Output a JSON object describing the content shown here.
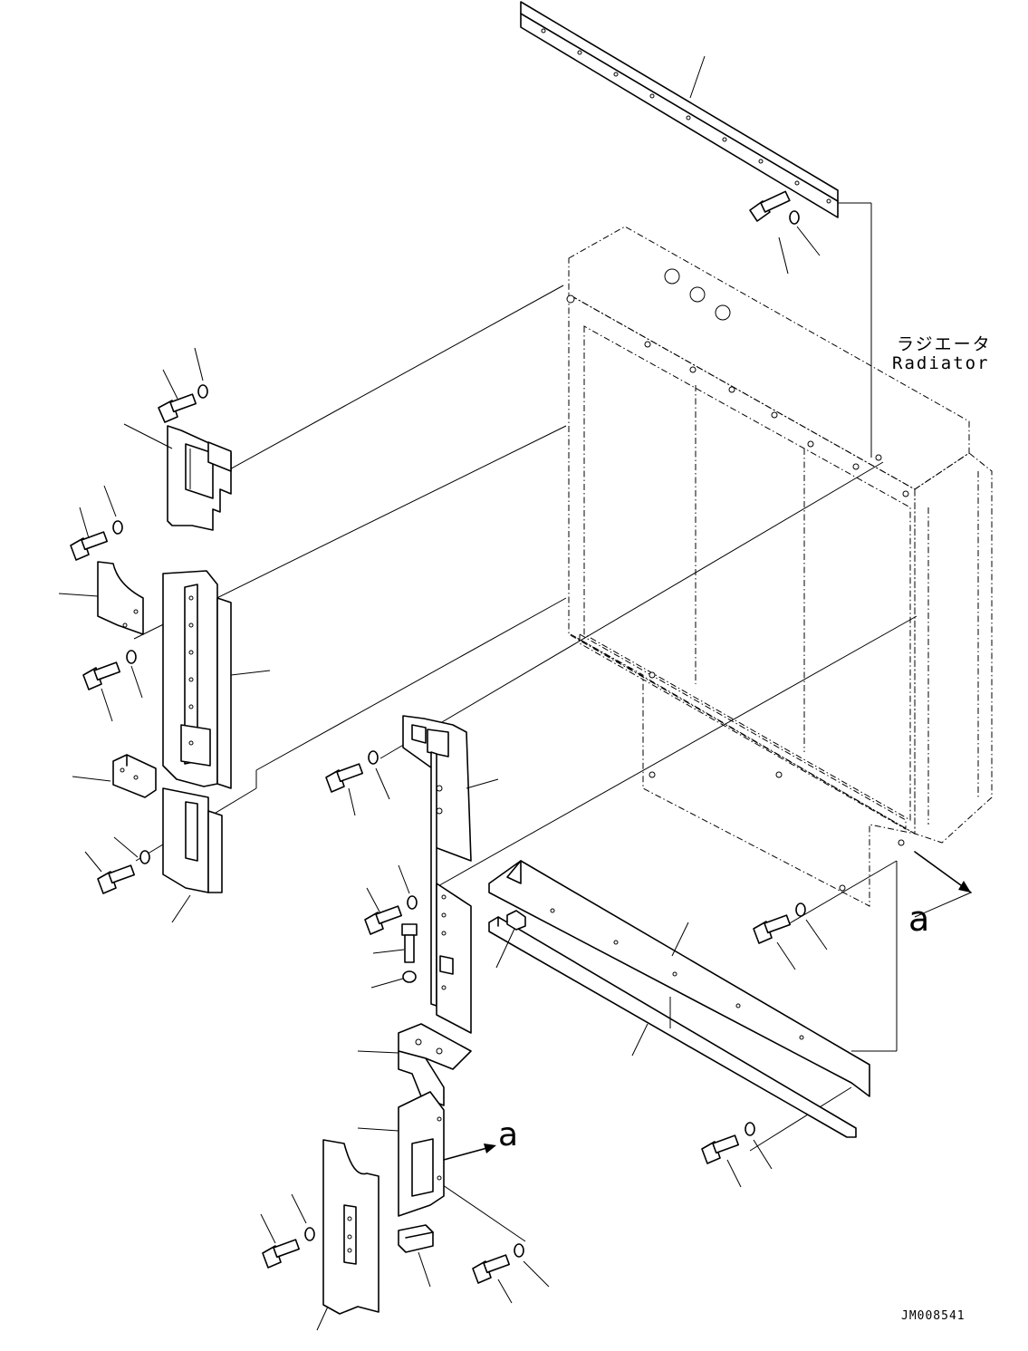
{
  "labels": {
    "radiator_jp": "ラジエータ",
    "radiator_en": "Radiator",
    "view_marker_right": "a",
    "view_marker_bottom": "a",
    "drawing_code": "JM008541"
  }
}
